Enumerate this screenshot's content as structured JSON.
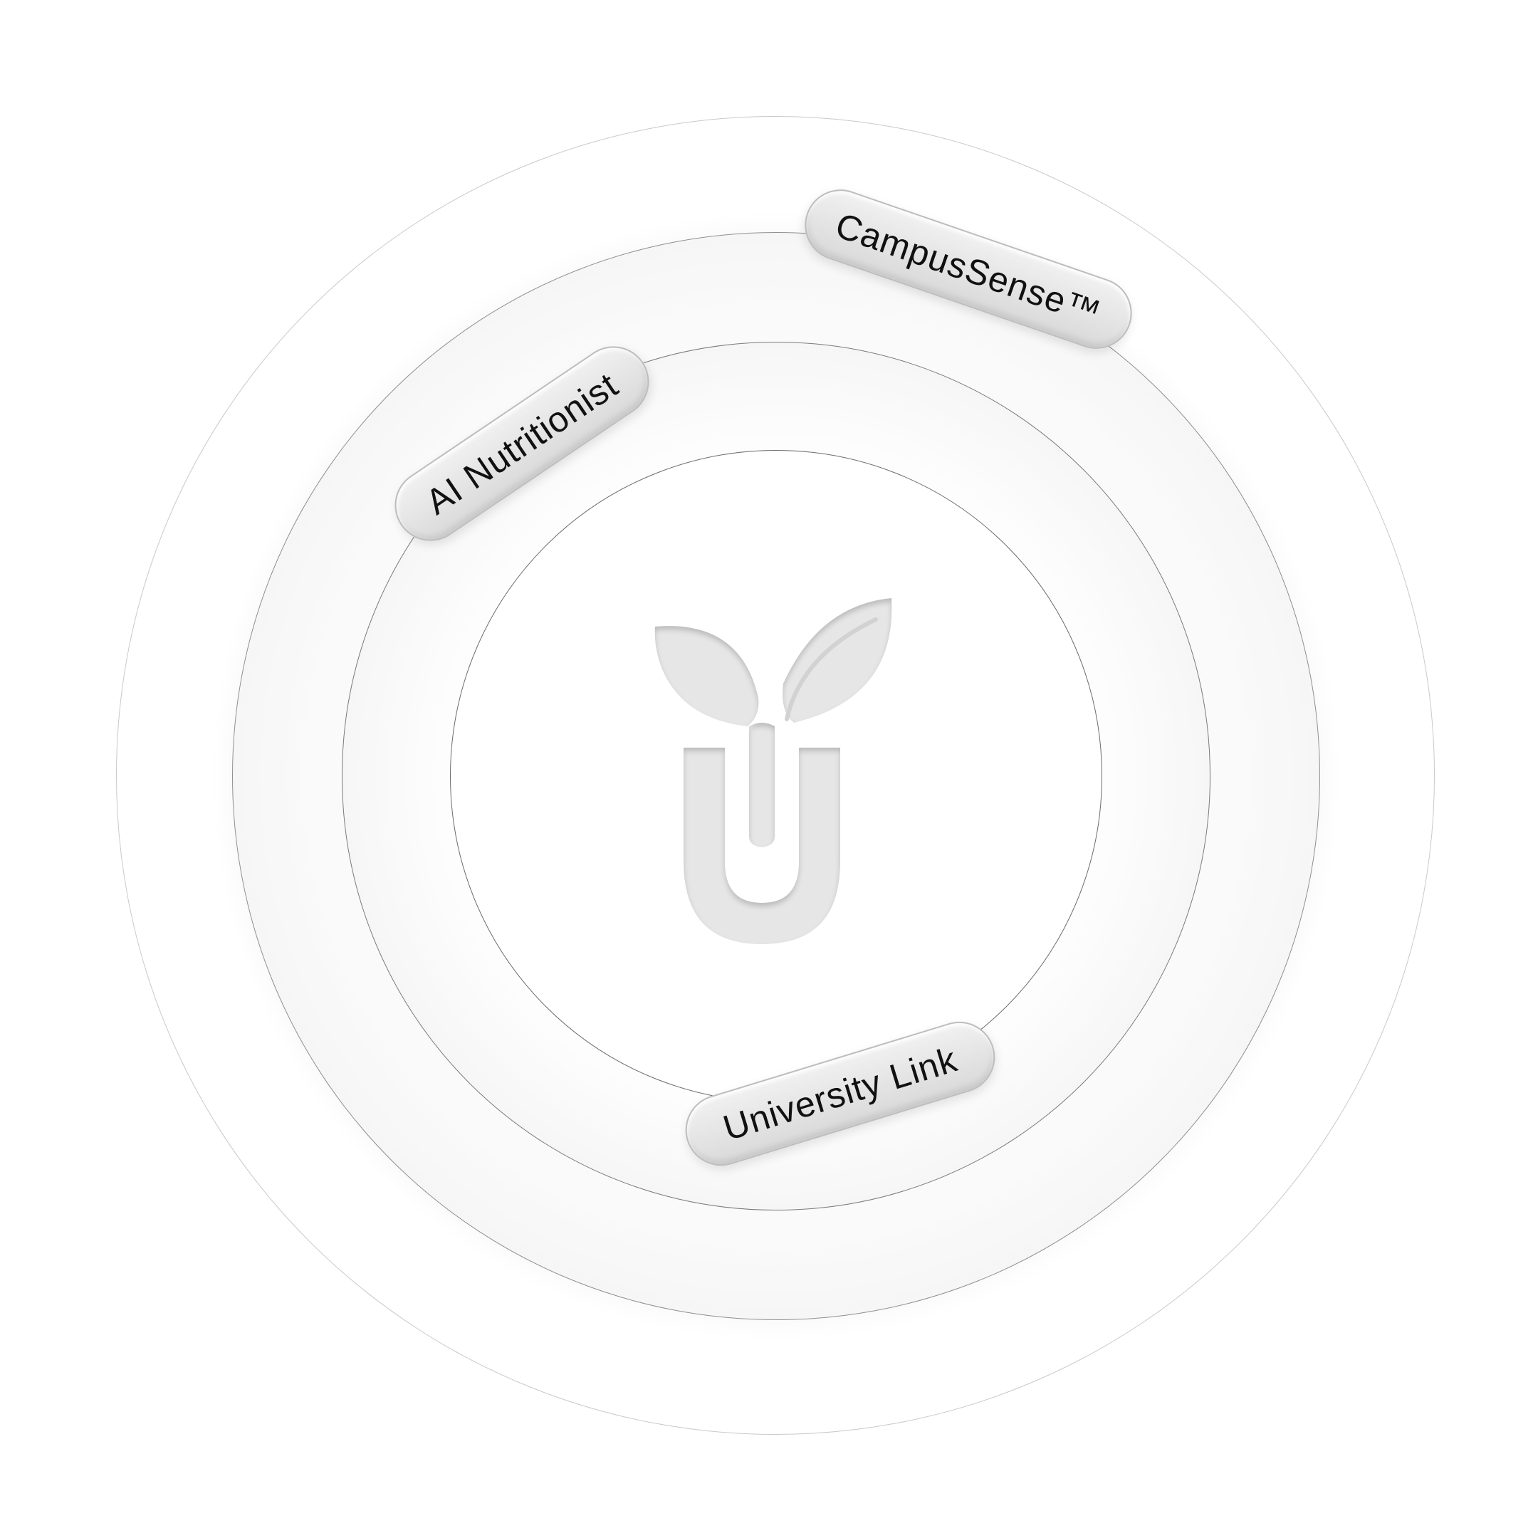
{
  "diagram": {
    "rings": [
      "outer",
      "middle",
      "inner",
      "core"
    ],
    "center_logo": "leaf-sprout-u-logo",
    "labels": {
      "campus_sense": "CampusSense™",
      "ai_nutritionist": "AI Nutritionist",
      "university_link": "University Link"
    }
  },
  "colors": {
    "background": "#ffffff",
    "logo_fill": "#e6e6e6",
    "pill_fill": "#e4e4e4",
    "ring_stroke": "#8f8f8f",
    "text": "#111111"
  }
}
